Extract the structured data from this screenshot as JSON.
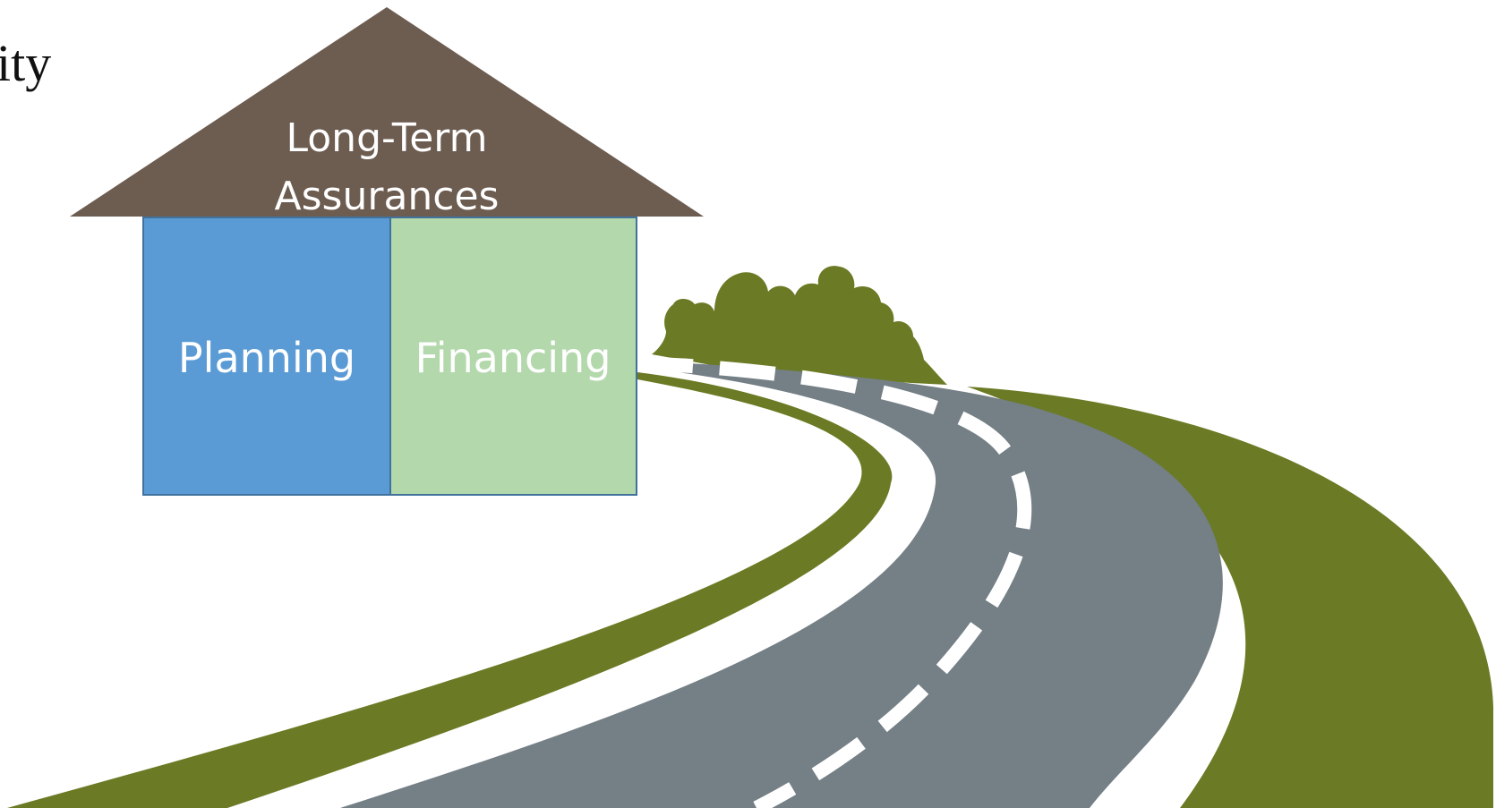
{
  "partial_heading": {
    "text": "ity"
  },
  "house": {
    "roof": {
      "label_line_1": "Long-Term",
      "label_line_2": "Assurances",
      "color": "#6d5c50"
    },
    "left_block": {
      "label": "Planning",
      "color": "#5b9bd5"
    },
    "right_block": {
      "label": "Financing",
      "color": "#b3d8ac"
    },
    "border_color": "#41719c"
  },
  "scene": {
    "grass_color": "#6b7a24",
    "road_color": "#747f86",
    "lane_marking_color": "#ffffff",
    "shrub_icon": "shrub-icon"
  }
}
